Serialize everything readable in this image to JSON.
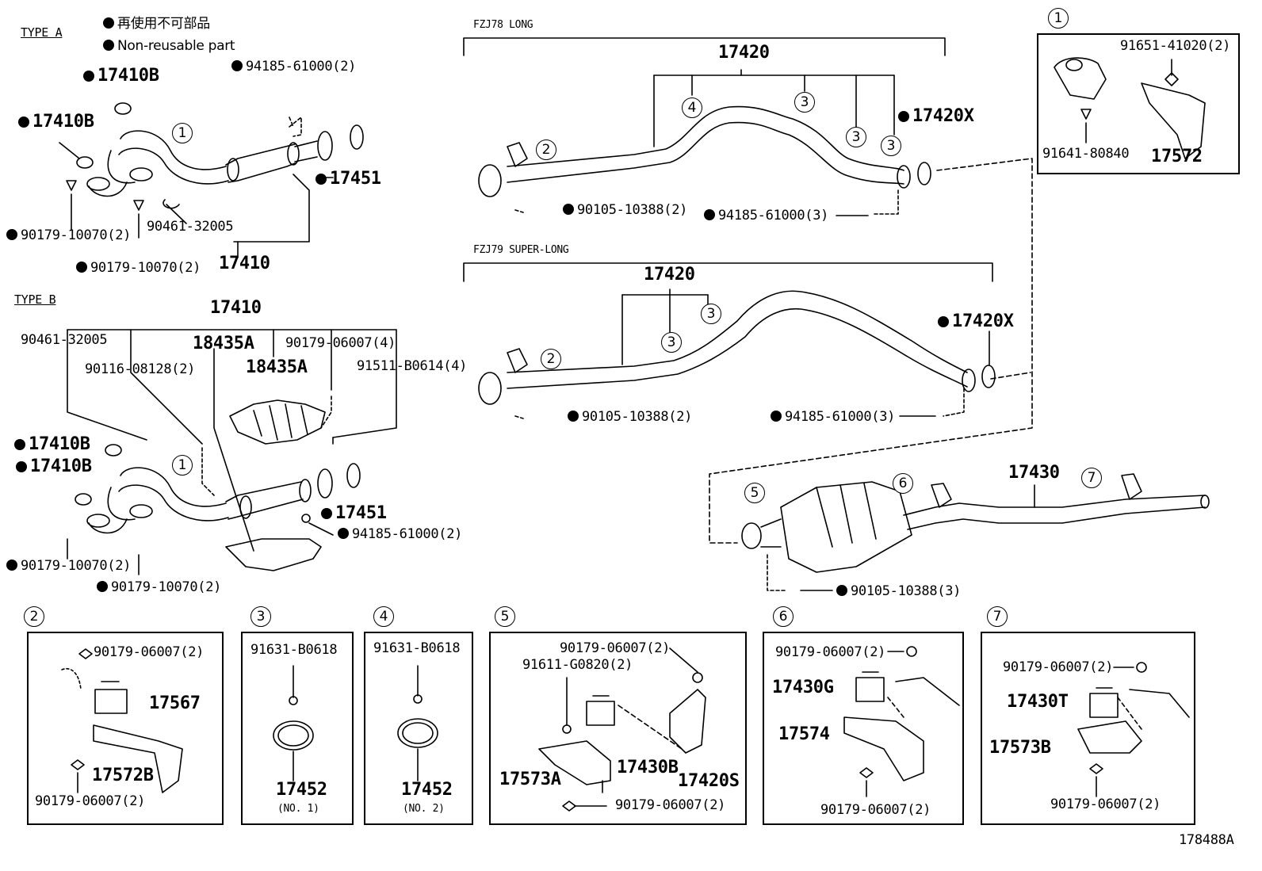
{
  "legend": {
    "jp": "再使用不可部品",
    "en": "Non-reusable part"
  },
  "type_a": {
    "title": "TYPE A",
    "labels": [
      "17410B",
      "17410B",
      "94185-61000(2)",
      "17451",
      "90179-10070(2)",
      "90461-32005",
      "90179-10070(2)",
      "17410"
    ]
  },
  "type_b": {
    "title": "TYPE B",
    "labels": [
      "17410",
      "90461-32005",
      "18435A",
      "90179-06007(4)",
      "90116-08128(2)",
      "18435A",
      "91511-B0614(4)",
      "17410B",
      "17410B",
      "17451",
      "94185-61000(2)",
      "90179-10070(2)",
      "90179-10070(2)"
    ]
  },
  "fzj78": {
    "title": "FZJ78 LONG",
    "labels": [
      "17420",
      "17420X",
      "90105-10388(2)",
      "94185-61000(3)"
    ]
  },
  "fzj79": {
    "title": "FZJ79 SUPER-LONG",
    "labels": [
      "17420",
      "17420X",
      "90105-10388(2)",
      "94185-61000(3)"
    ]
  },
  "muffler": {
    "labels": [
      "17430",
      "90105-10388(3)"
    ]
  },
  "callouts": [
    "1",
    "2",
    "3",
    "4",
    "5",
    "6",
    "7"
  ],
  "detail1": {
    "labels": [
      "91651-41020(2)",
      "91641-80840",
      "17572"
    ]
  },
  "detail2": {
    "labels": [
      "90179-06007(2)",
      "17567",
      "17572B",
      "90179-06007(2)"
    ]
  },
  "detail3": {
    "labels": [
      "91631-B0618",
      "17452",
      "(NO. 1)"
    ]
  },
  "detail4": {
    "labels": [
      "91631-B0618",
      "17452",
      "(NO. 2)"
    ]
  },
  "detail5": {
    "labels": [
      "90179-06007(2)",
      "91611-G0820(2)",
      "17430B",
      "17573A",
      "17420S",
      "90179-06007(2)"
    ]
  },
  "detail6": {
    "labels": [
      "90179-06007(2)",
      "17430G",
      "17574",
      "90179-06007(2)"
    ]
  },
  "detail7": {
    "labels": [
      "90179-06007(2)",
      "17430T",
      "17573B",
      "90179-06007(2)"
    ]
  },
  "drawing_number": "178488A"
}
